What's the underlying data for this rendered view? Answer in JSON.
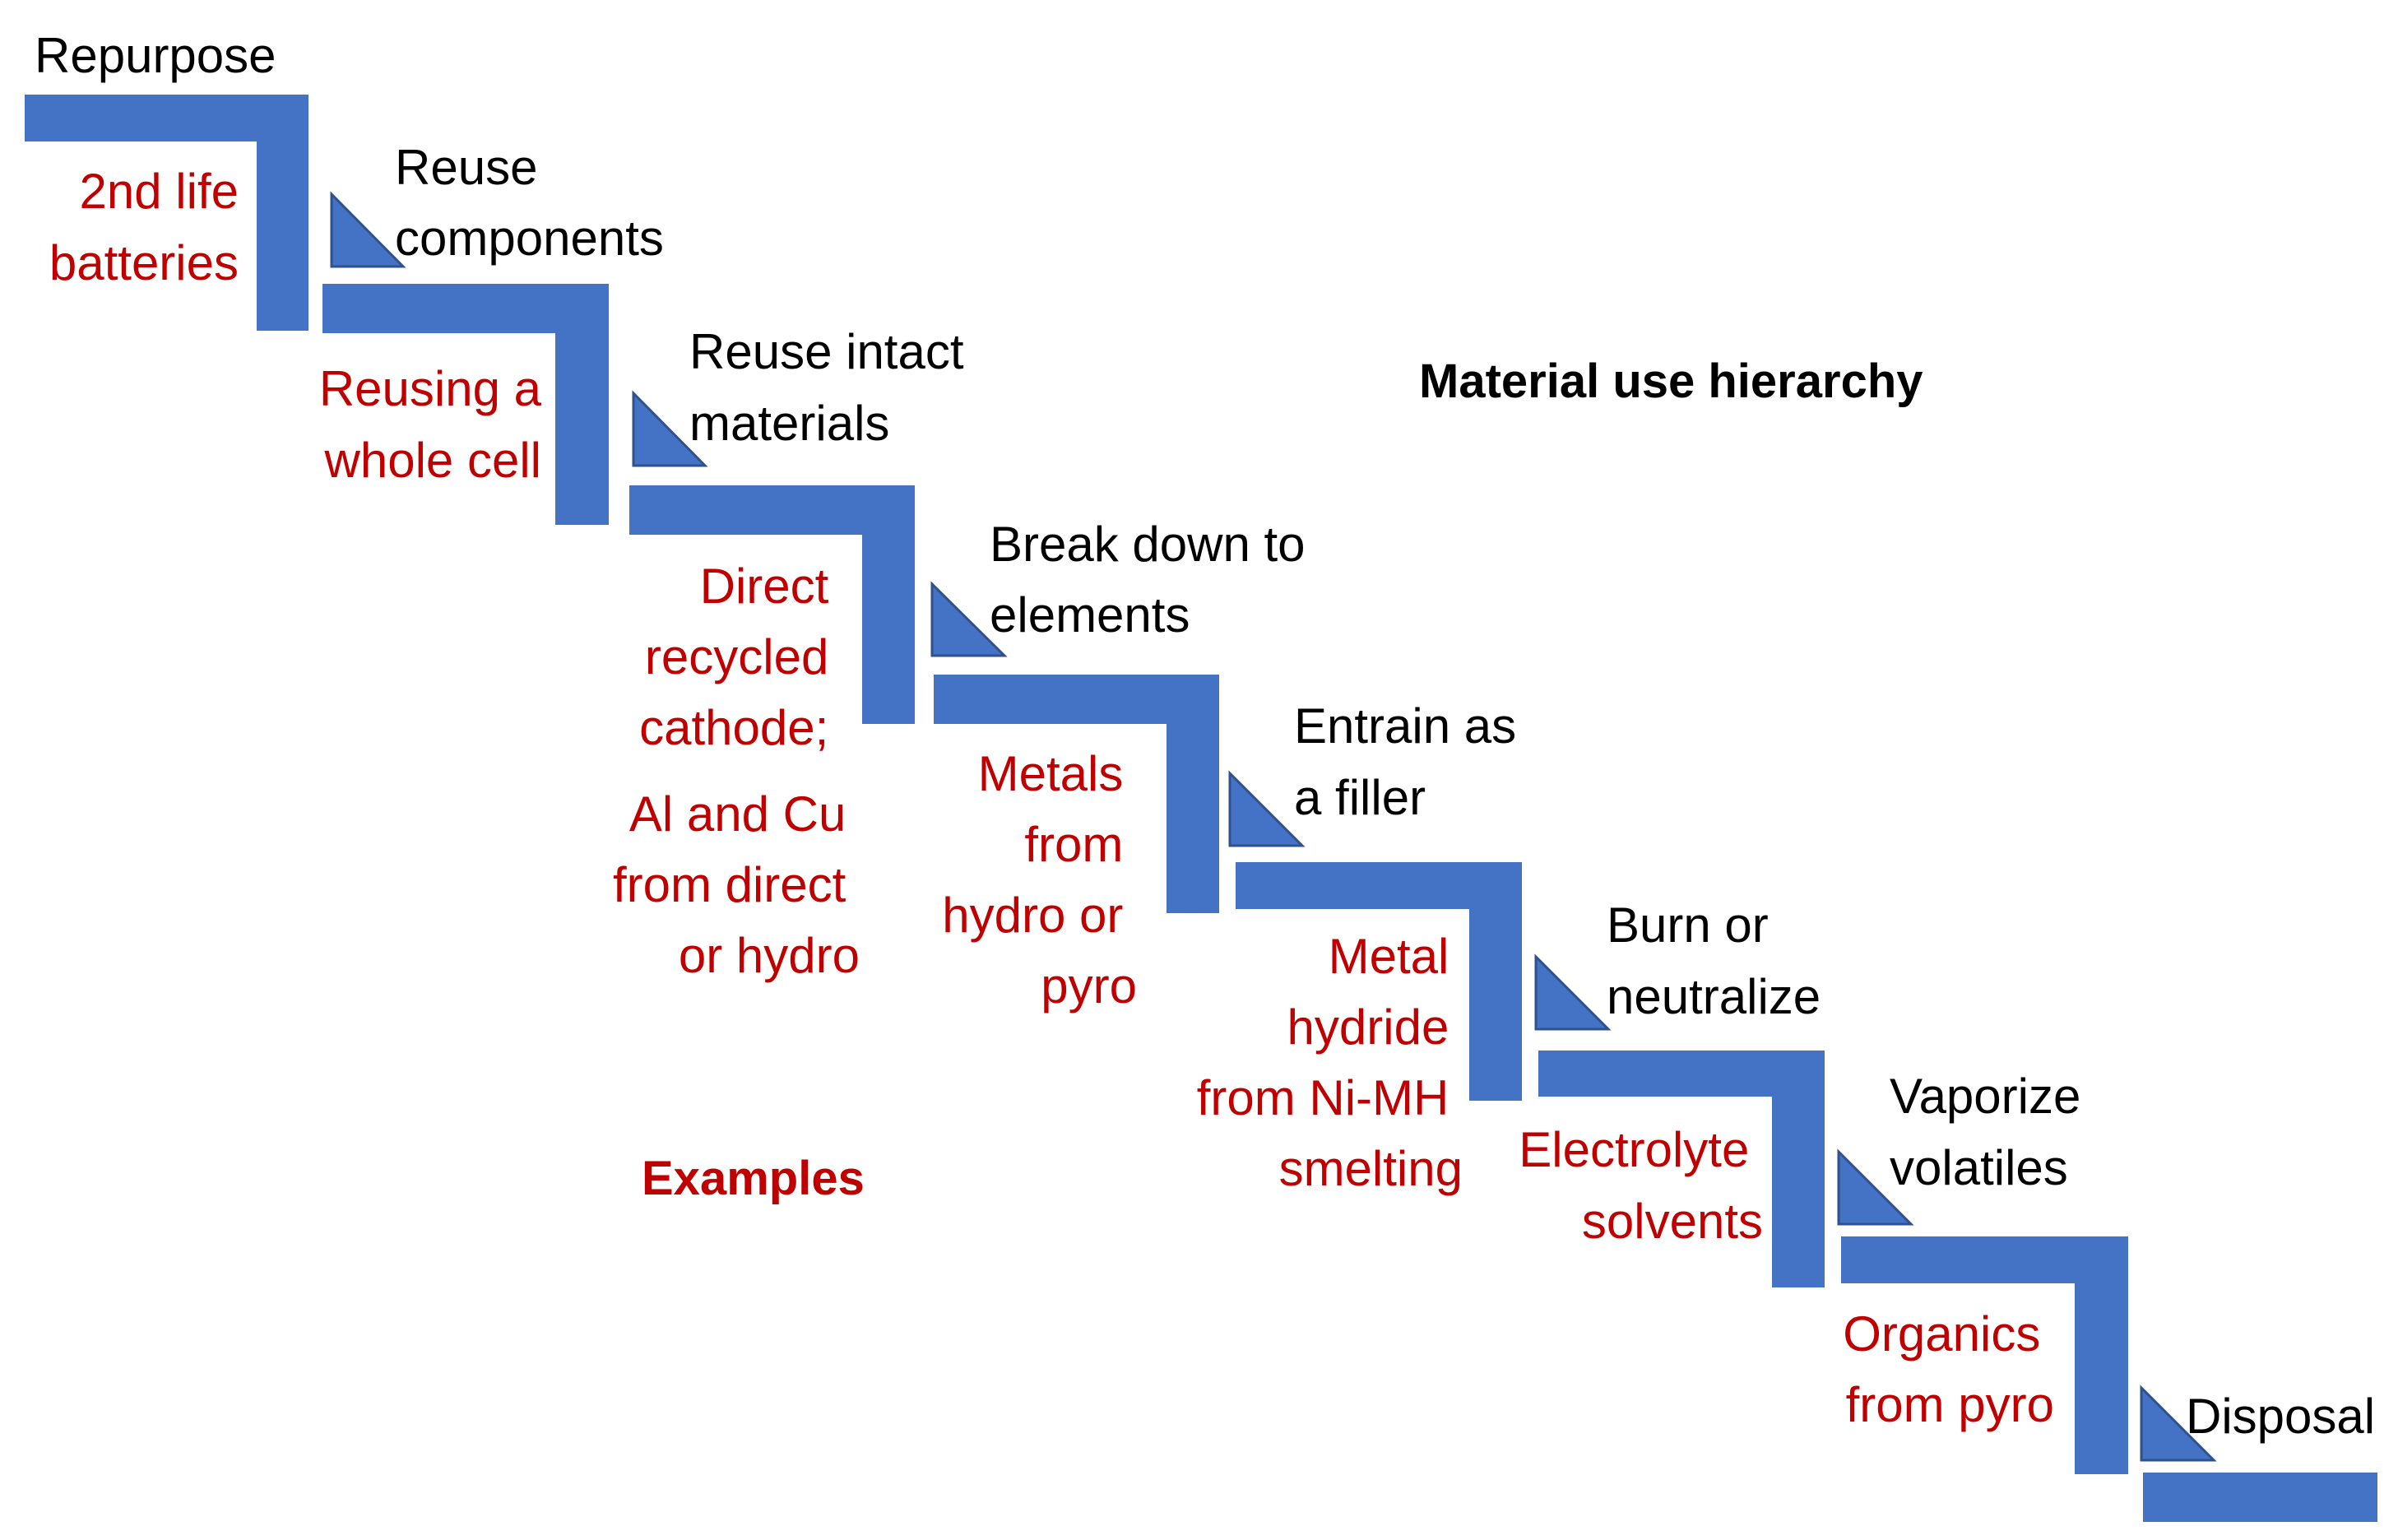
{
  "colors": {
    "step_fill": "#4472c4",
    "triangle_stroke": "#2f528f",
    "stage_text": "#000000",
    "example_text": "#c00000"
  },
  "titles": {
    "hierarchy": "Material use hierarchy",
    "examples": "Examples"
  },
  "stages": [
    {
      "name": "Repurpose",
      "example": "2nd life batteries"
    },
    {
      "name": "Reuse components",
      "example": "Reusing a whole cell"
    },
    {
      "name": "Reuse intact materials",
      "example": "Direct recycled cathode; Al and Cu from direct or hydro"
    },
    {
      "name": "Break down to elements",
      "example": "Metals from hydro or pyro"
    },
    {
      "name": "Entrain as a filler",
      "example": "Metal hydride from Ni-MH smelting"
    },
    {
      "name": "Burn or neutralize",
      "example": "Electrolyte solvents"
    },
    {
      "name": "Vaporize volatiles",
      "example": "Organics from pyro"
    },
    {
      "name": "Disposal",
      "example": ""
    }
  ]
}
